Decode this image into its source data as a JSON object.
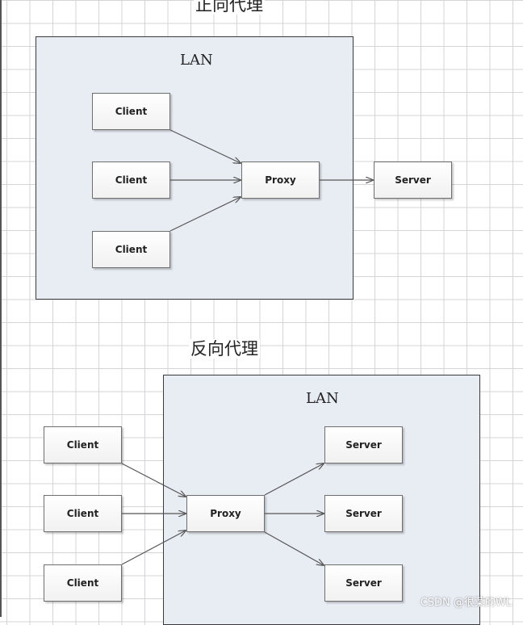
{
  "forward": {
    "title": "正向代理",
    "lan_label": "LAN",
    "clients": [
      "Client",
      "Client",
      "Client"
    ],
    "proxy": "Proxy",
    "server": "Server"
  },
  "reverse": {
    "title": "反向代理",
    "lan_label": "LAN",
    "clients": [
      "Client",
      "Client",
      "Client"
    ],
    "proxy": "Proxy",
    "servers": [
      "Server",
      "Server",
      "Server"
    ]
  },
  "watermark": "CSDN @很菜的WL",
  "colors": {
    "lan_fill": "#e8edf4",
    "border": "#3a3a3a",
    "arrow": "#555555",
    "grid": "#d4d4d4"
  }
}
